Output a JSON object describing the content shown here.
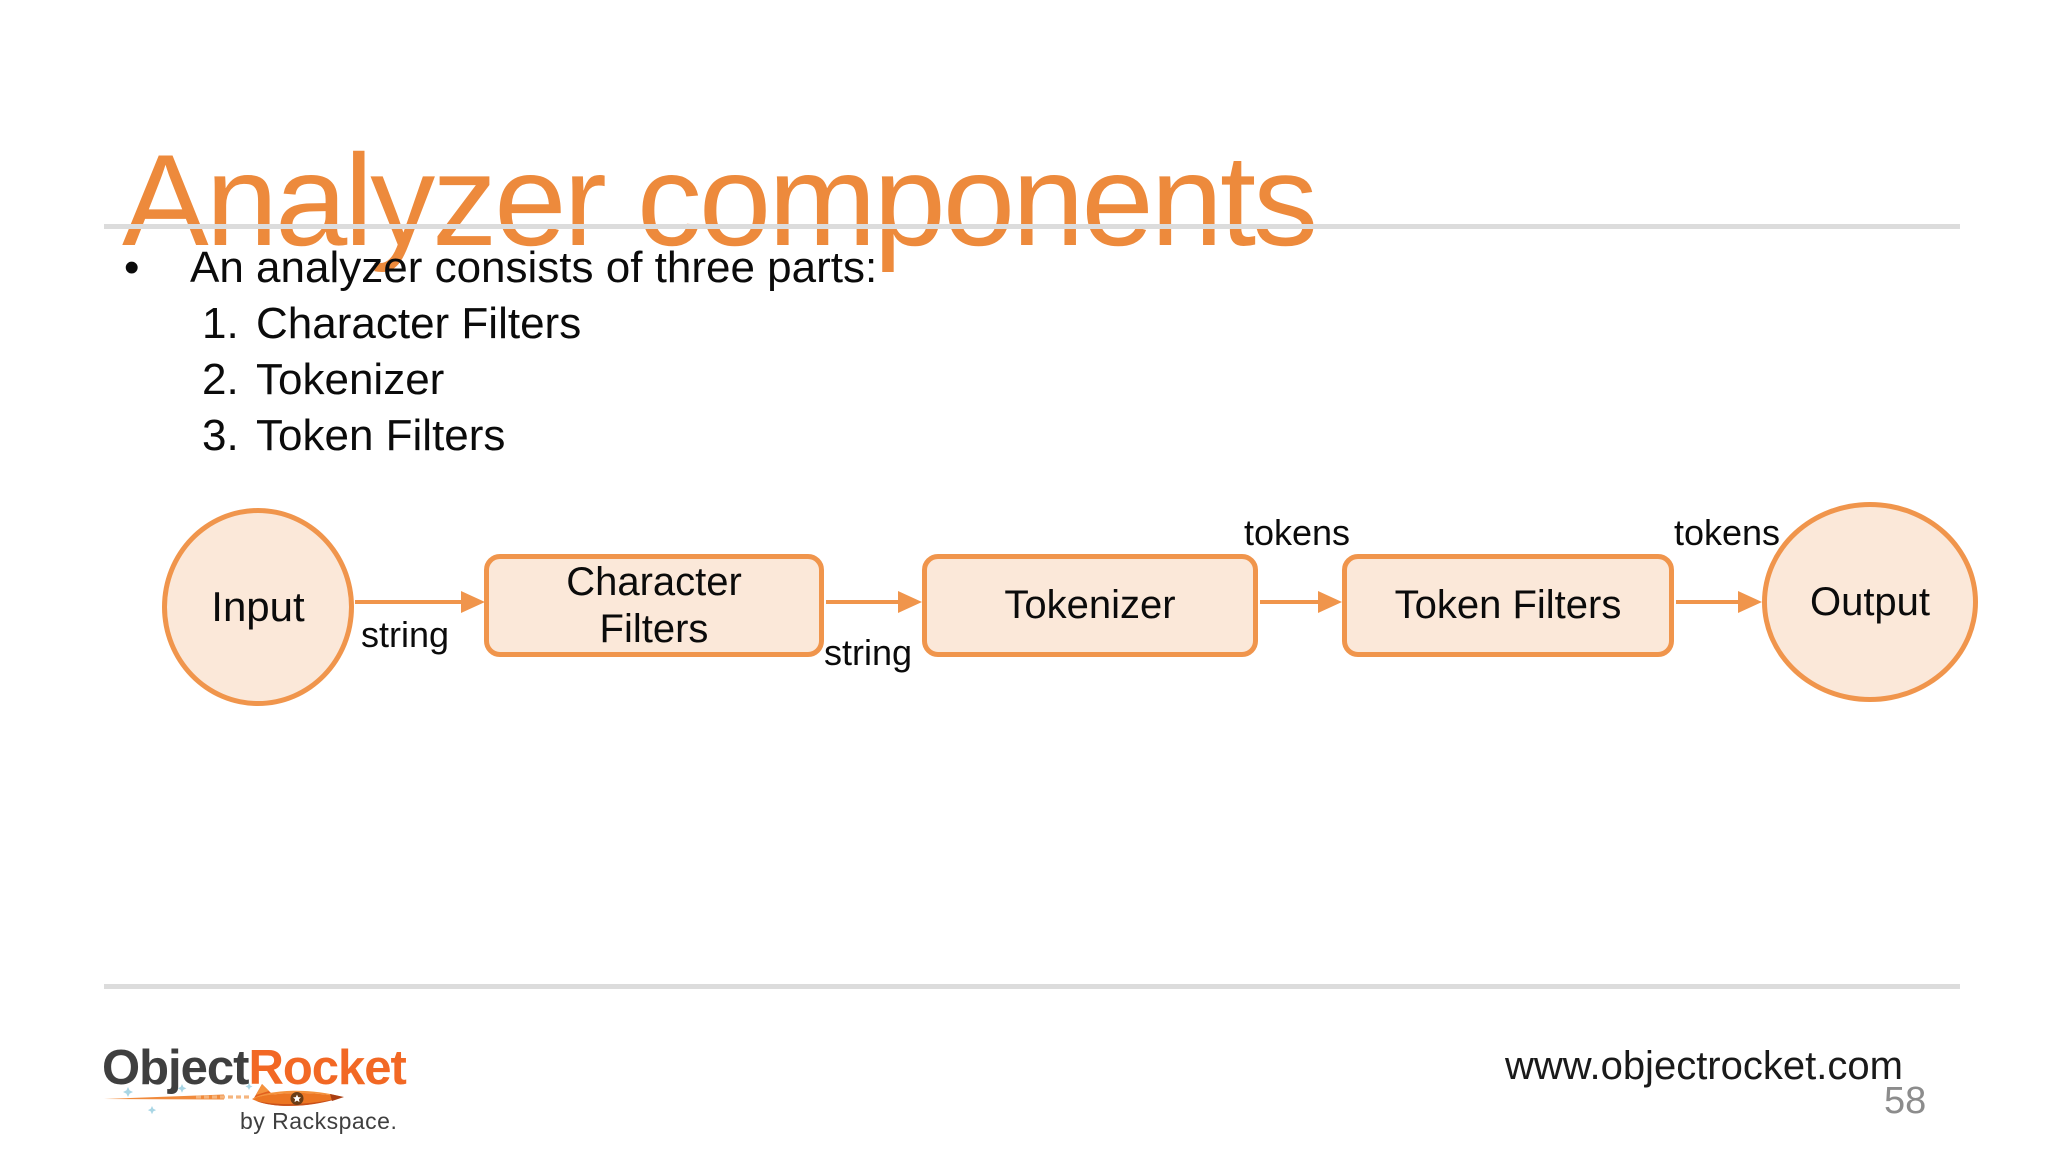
{
  "slide": {
    "title": "Analyzer components",
    "page_number": "58",
    "footer_url": "www.objectrocket.com"
  },
  "content": {
    "bullet_marker": "•",
    "bullet": "An analyzer consists of three parts:",
    "numbered_items": [
      {
        "number": "1.",
        "label": "Character Filters"
      },
      {
        "number": "2.",
        "label": "Tokenizer"
      },
      {
        "number": "3.",
        "label": "Token Filters"
      }
    ]
  },
  "diagram": {
    "nodes": [
      {
        "id": "input",
        "shape": "circle",
        "label": "Input"
      },
      {
        "id": "character-filters",
        "shape": "box",
        "label": "Character Filters"
      },
      {
        "id": "tokenizer",
        "shape": "box",
        "label": "Tokenizer"
      },
      {
        "id": "token-filters",
        "shape": "box",
        "label": "Token Filters"
      },
      {
        "id": "output",
        "shape": "circle",
        "label": "Output"
      }
    ],
    "edges": [
      {
        "from": "input",
        "to": "character-filters",
        "label": "string",
        "label_position": "below"
      },
      {
        "from": "character-filters",
        "to": "tokenizer",
        "label": "string",
        "label_position": "below"
      },
      {
        "from": "tokenizer",
        "to": "token-filters",
        "label": "tokens",
        "label_position": "above"
      },
      {
        "from": "token-filters",
        "to": "output",
        "label": "tokens",
        "label_position": "above"
      }
    ],
    "colors": {
      "node_border": "#F0954C",
      "node_fill": "#FBE8D9",
      "arrow": "#F0954C",
      "label_text": "#0b0b0b"
    }
  },
  "logo": {
    "word_part1": "Object",
    "word_part2": "Rocket",
    "byline": "by Rackspace.",
    "part1_color": "#3F3F3F",
    "part2_color": "#F26824"
  },
  "theme": {
    "background": "#FFFFFF",
    "title_color": "#ED8A3C",
    "rule_color": "#DCDCDC",
    "body_text_color": "#0b0b0b",
    "page_number_color": "#8C8C8C"
  }
}
